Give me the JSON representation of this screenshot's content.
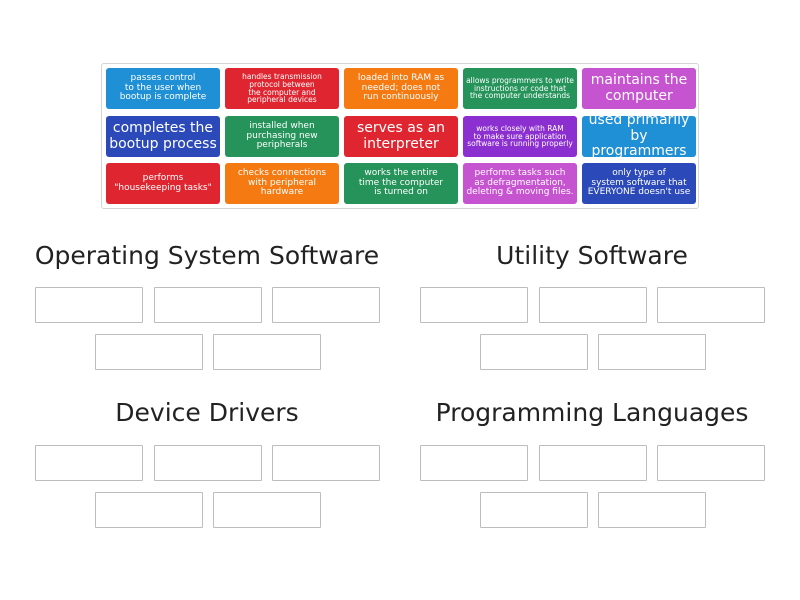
{
  "cards": [
    {
      "label": "passes control\nto the user when\nbootup is complete",
      "color": "#1f8fd6",
      "size": "sm"
    },
    {
      "label": "handles transmission\nprotocol between\nthe computer and\nperipheral devices",
      "color": "#df2630",
      "size": "xs"
    },
    {
      "label": "loaded into RAM as\nneeded; does not\nrun continuously",
      "color": "#f57a12",
      "size": "sm"
    },
    {
      "label": "allows programmers to write\ninstructions or code that\nthe computer understands",
      "color": "#25935a",
      "size": "xs"
    },
    {
      "label": "maintains the\ncomputer",
      "color": "#c653cf",
      "size": "lg"
    },
    {
      "label": "completes the\nbootup process",
      "color": "#2b49b8",
      "size": "lg"
    },
    {
      "label": "installed when\npurchasing new\nperipherals",
      "color": "#25935a",
      "size": "sm"
    },
    {
      "label": "serves as an\ninterpreter",
      "color": "#df2630",
      "size": "lg"
    },
    {
      "label": "works closely with RAM\nto make sure application\nsoftware is running properly",
      "color": "#8b2fd0",
      "size": "xs"
    },
    {
      "label": "used primarily\nby programmers",
      "color": "#1f8fd6",
      "size": "lg"
    },
    {
      "label": "performs\n\"housekeeping tasks\"",
      "color": "#df2630",
      "size": "sm"
    },
    {
      "label": "checks connections\nwith peripheral\nhardware",
      "color": "#f57a12",
      "size": "sm"
    },
    {
      "label": "works the entire\ntime the computer\nis turned on",
      "color": "#25935a",
      "size": "sm"
    },
    {
      "label": "performs tasks such\nas defragmentation,\ndeleting & moving files.",
      "color": "#c653cf",
      "size": "sm"
    },
    {
      "label": "only type of\nsystem software that\nEVERYONE doesn't use",
      "color": "#2b49b8",
      "size": "sm"
    }
  ],
  "categories": [
    {
      "title": "Operating System Software",
      "slots": 5
    },
    {
      "title": "Utility Software",
      "slots": 5
    },
    {
      "title": "Device Drivers",
      "slots": 5
    },
    {
      "title": "Programming Languages",
      "slots": 5
    }
  ]
}
